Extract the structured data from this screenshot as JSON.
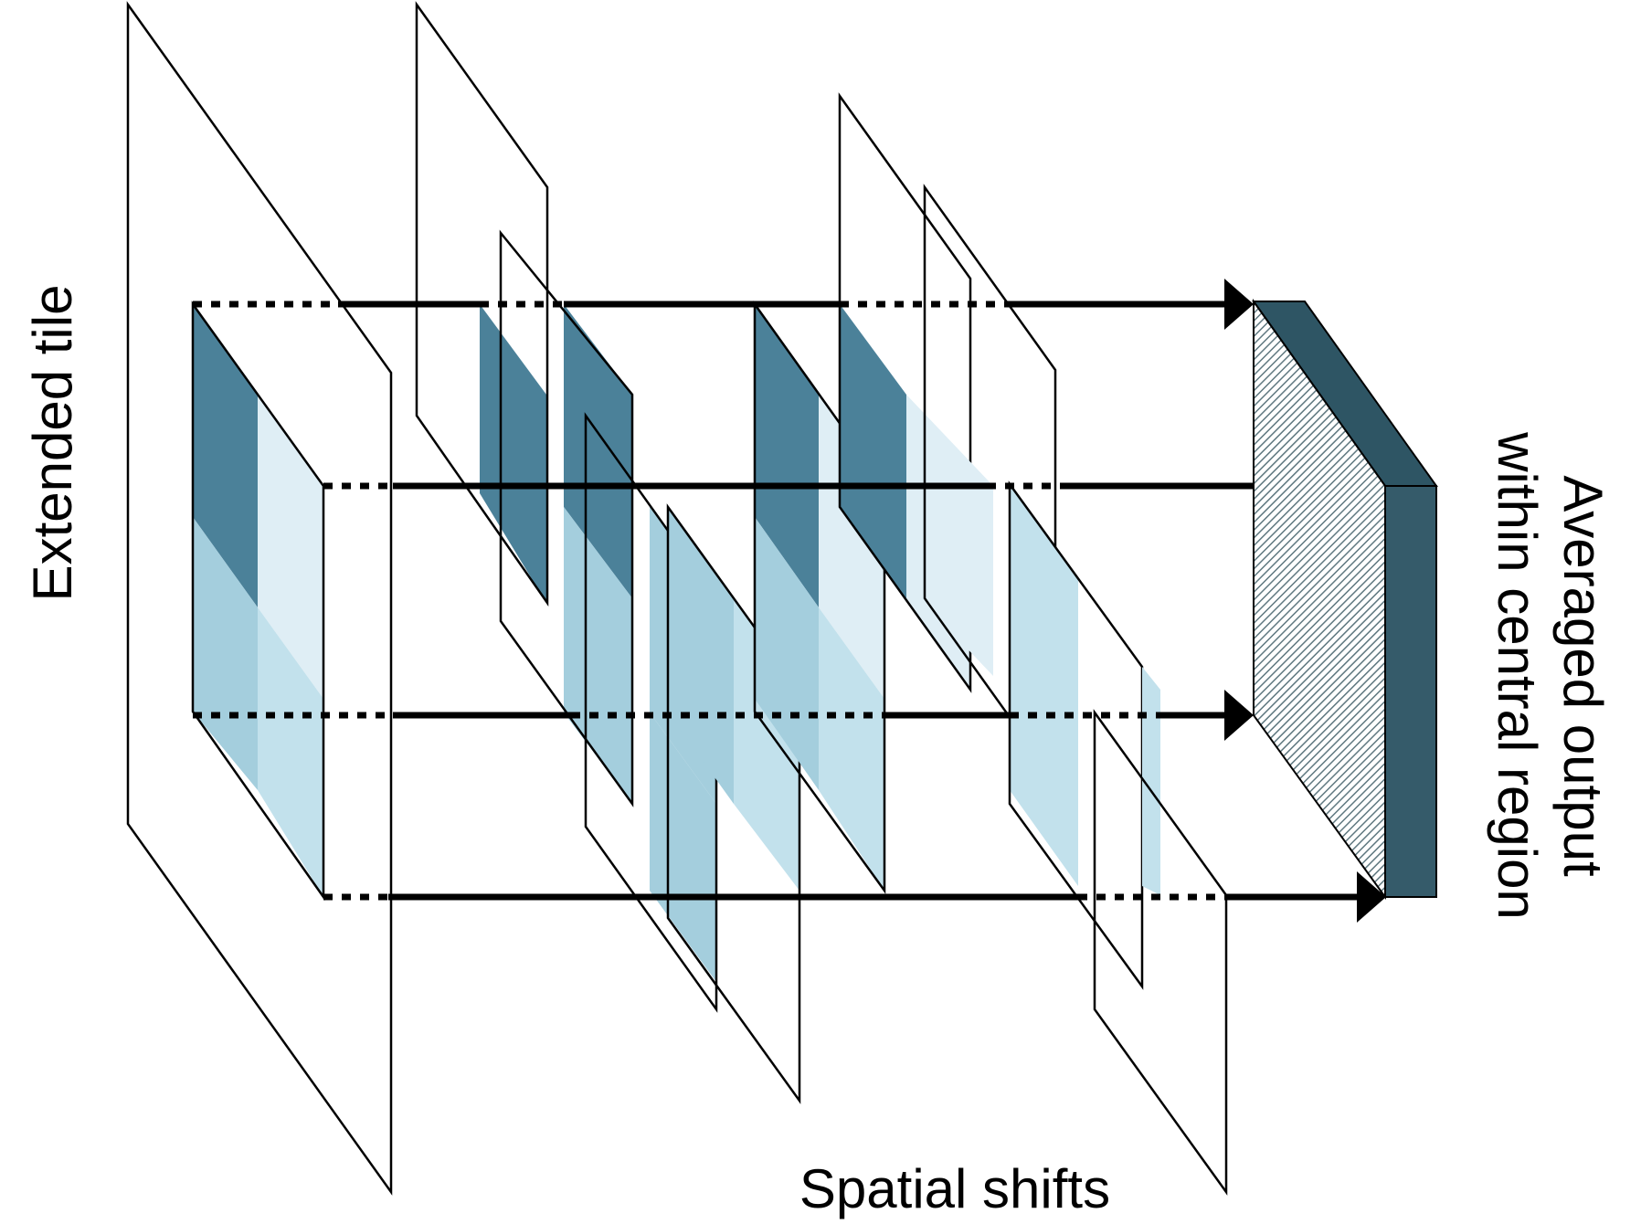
{
  "labels": {
    "extended_tile": "Extended tile",
    "output_line1": "Averaged output",
    "output_line2": "within central region",
    "spatial_shifts": "Spatial shifts"
  },
  "colors": {
    "dark_teal": "#4b8199",
    "mid_blue": "#a4cedd",
    "light_blue": "#c2e1ec",
    "pale_blue": "#dfeef5",
    "output_block": "#355b6a",
    "output_top": "#2e5564",
    "hatch": "#6f8790"
  }
}
